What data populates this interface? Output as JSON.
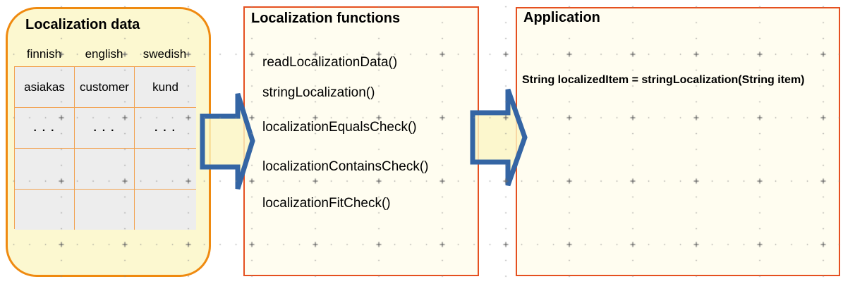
{
  "diagram": {
    "data_store": {
      "title": "Localization data",
      "columns": [
        "finnish",
        "english",
        "swedish"
      ],
      "rows": [
        [
          "asiakas",
          "customer",
          "kund"
        ],
        [
          ". . .",
          ". . .",
          ". . ."
        ],
        [
          "",
          "",
          ""
        ],
        [
          "",
          "",
          ""
        ]
      ]
    },
    "functions_box": {
      "title": "Localization functions",
      "functions": [
        "readLocalizationData()",
        "stringLocalization()",
        "localizationEqualsCheck()",
        "localizationContainsCheck()",
        "localizationFitCheck()"
      ]
    },
    "application_box": {
      "title": "Application",
      "code": "String localizedItem = stringLocalization(String item)"
    }
  },
  "colors": {
    "rounded_box_border": "#EF8A10",
    "rounded_box_fill": "#FCF8D0",
    "box_border": "#E55020",
    "box_fill": "#FFFDF0",
    "cell_fill": "#EDEDED",
    "cell_border": "#F2A250",
    "arrow_stroke": "#3465A4",
    "arrow_fill": "#FBF5C2"
  }
}
